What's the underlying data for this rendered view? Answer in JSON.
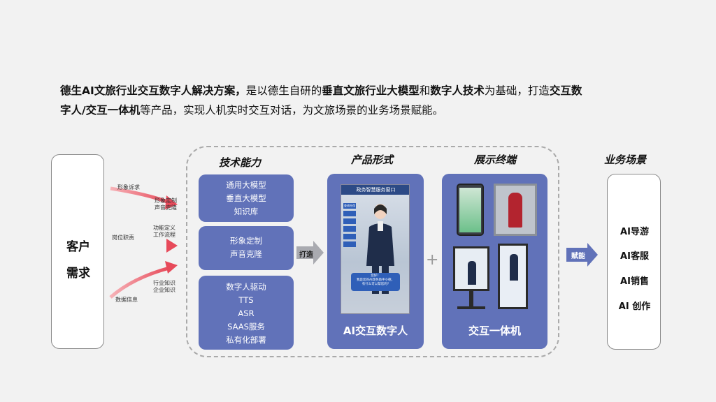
{
  "intro": {
    "p1": "德生AI文旅行业交互数字人解决方案，",
    "p2": "是以德生自研的",
    "p3": "垂直文旅行业大模型",
    "p4": "和",
    "p5": "数字人技术",
    "p6": "为基础，打造",
    "p7": "交互数",
    "p8": "字人/交互一体机",
    "p9": "等产品，实现人机实时交互对话，为文旅场景的业务场景赋能。"
  },
  "customer": {
    "line1": "客户",
    "line2": "需求"
  },
  "arrow_labels": {
    "top_in": "形象诉求",
    "top_out": [
      "形象定制",
      "声音克隆"
    ],
    "mid_in": "岗位职责",
    "mid_out": [
      "功能定义",
      "工作流程"
    ],
    "bot_in": "数据信息",
    "bot_out": [
      "行业知识",
      "企业知识"
    ]
  },
  "headings": {
    "tech": "技术能力",
    "product": "产品形式",
    "terminal": "展示终端",
    "scene": "业务场景"
  },
  "tech_groups": [
    [
      "通用大模型",
      "垂直大模型",
      "知识库"
    ],
    [
      "形象定制",
      "声音克隆"
    ],
    [
      "数字人驱动",
      "TTS",
      "ASR",
      "SAAS服务",
      "私有化部署"
    ]
  ],
  "arrows": {
    "build": "打造",
    "empower": "赋能"
  },
  "product": {
    "label": "AI交互数字人",
    "screen_title": "政务智慧服务窗口",
    "menu": [
      "查询社保",
      "",
      "",
      "",
      "",
      "",
      "",
      ""
    ],
    "bubble": "您好！\n我是您的AI政务助手小德，\n有什么可以帮您的?"
  },
  "plus": "+",
  "terminal": {
    "label": "交互一体机"
  },
  "scenes": [
    "AI导游",
    "AI客服",
    "AI销售",
    "AI 创作"
  ],
  "colors": {
    "panel": "#6172b9",
    "arrow_red": "#e74a5a",
    "arrow_gray": "#a9aab0",
    "arrow_blue": "#6172b9"
  }
}
